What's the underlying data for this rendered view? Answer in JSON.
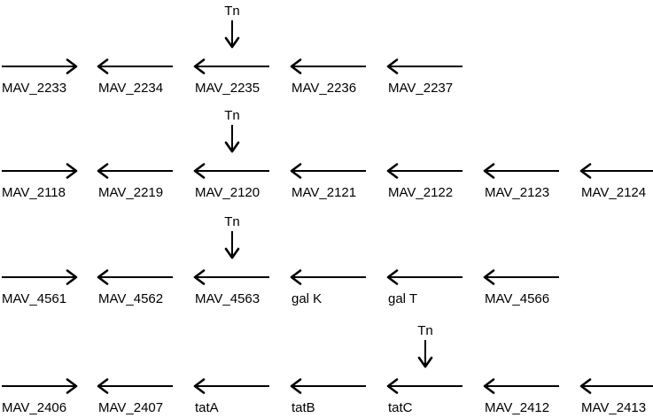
{
  "rows": [
    {
      "genes": [
        {
          "label": "MAV_2233",
          "direction": "right"
        },
        {
          "label": "MAV_2234",
          "direction": "left"
        },
        {
          "label": "MAV_2235",
          "direction": "left"
        },
        {
          "label": "MAV_2236",
          "direction": "left"
        },
        {
          "label": "MAV_2237",
          "direction": "left"
        }
      ],
      "insertion": {
        "gene_index": 2,
        "label": "Tn"
      }
    },
    {
      "genes": [
        {
          "label": "MAV_2118",
          "direction": "right"
        },
        {
          "label": "MAV_2219",
          "direction": "left"
        },
        {
          "label": "MAV_2120",
          "direction": "left"
        },
        {
          "label": "MAV_2121",
          "direction": "left"
        },
        {
          "label": "MAV_2122",
          "direction": "left"
        },
        {
          "label": "MAV_2123",
          "direction": "left"
        },
        {
          "label": "MAV_2124",
          "direction": "left"
        }
      ],
      "insertion": {
        "gene_index": 2,
        "label": "Tn"
      }
    },
    {
      "genes": [
        {
          "label": "MAV_4561",
          "direction": "right"
        },
        {
          "label": "MAV_4562",
          "direction": "left"
        },
        {
          "label": "MAV_4563",
          "direction": "left"
        },
        {
          "label": "gal K",
          "direction": "left"
        },
        {
          "label": "gal T",
          "direction": "left"
        },
        {
          "label": "MAV_4566",
          "direction": "left"
        }
      ],
      "insertion": {
        "gene_index": 2,
        "label": "Tn"
      }
    },
    {
      "genes": [
        {
          "label": "MAV_2406",
          "direction": "right"
        },
        {
          "label": "MAV_2407",
          "direction": "left"
        },
        {
          "label": "tatA",
          "direction": "left"
        },
        {
          "label": "tatB",
          "direction": "left"
        },
        {
          "label": "tatC",
          "direction": "left"
        },
        {
          "label": "MAV_2412",
          "direction": "left"
        },
        {
          "label": "MAV_2413",
          "direction": "left"
        }
      ],
      "insertion": {
        "gene_index": 4,
        "label": "Tn"
      }
    }
  ]
}
